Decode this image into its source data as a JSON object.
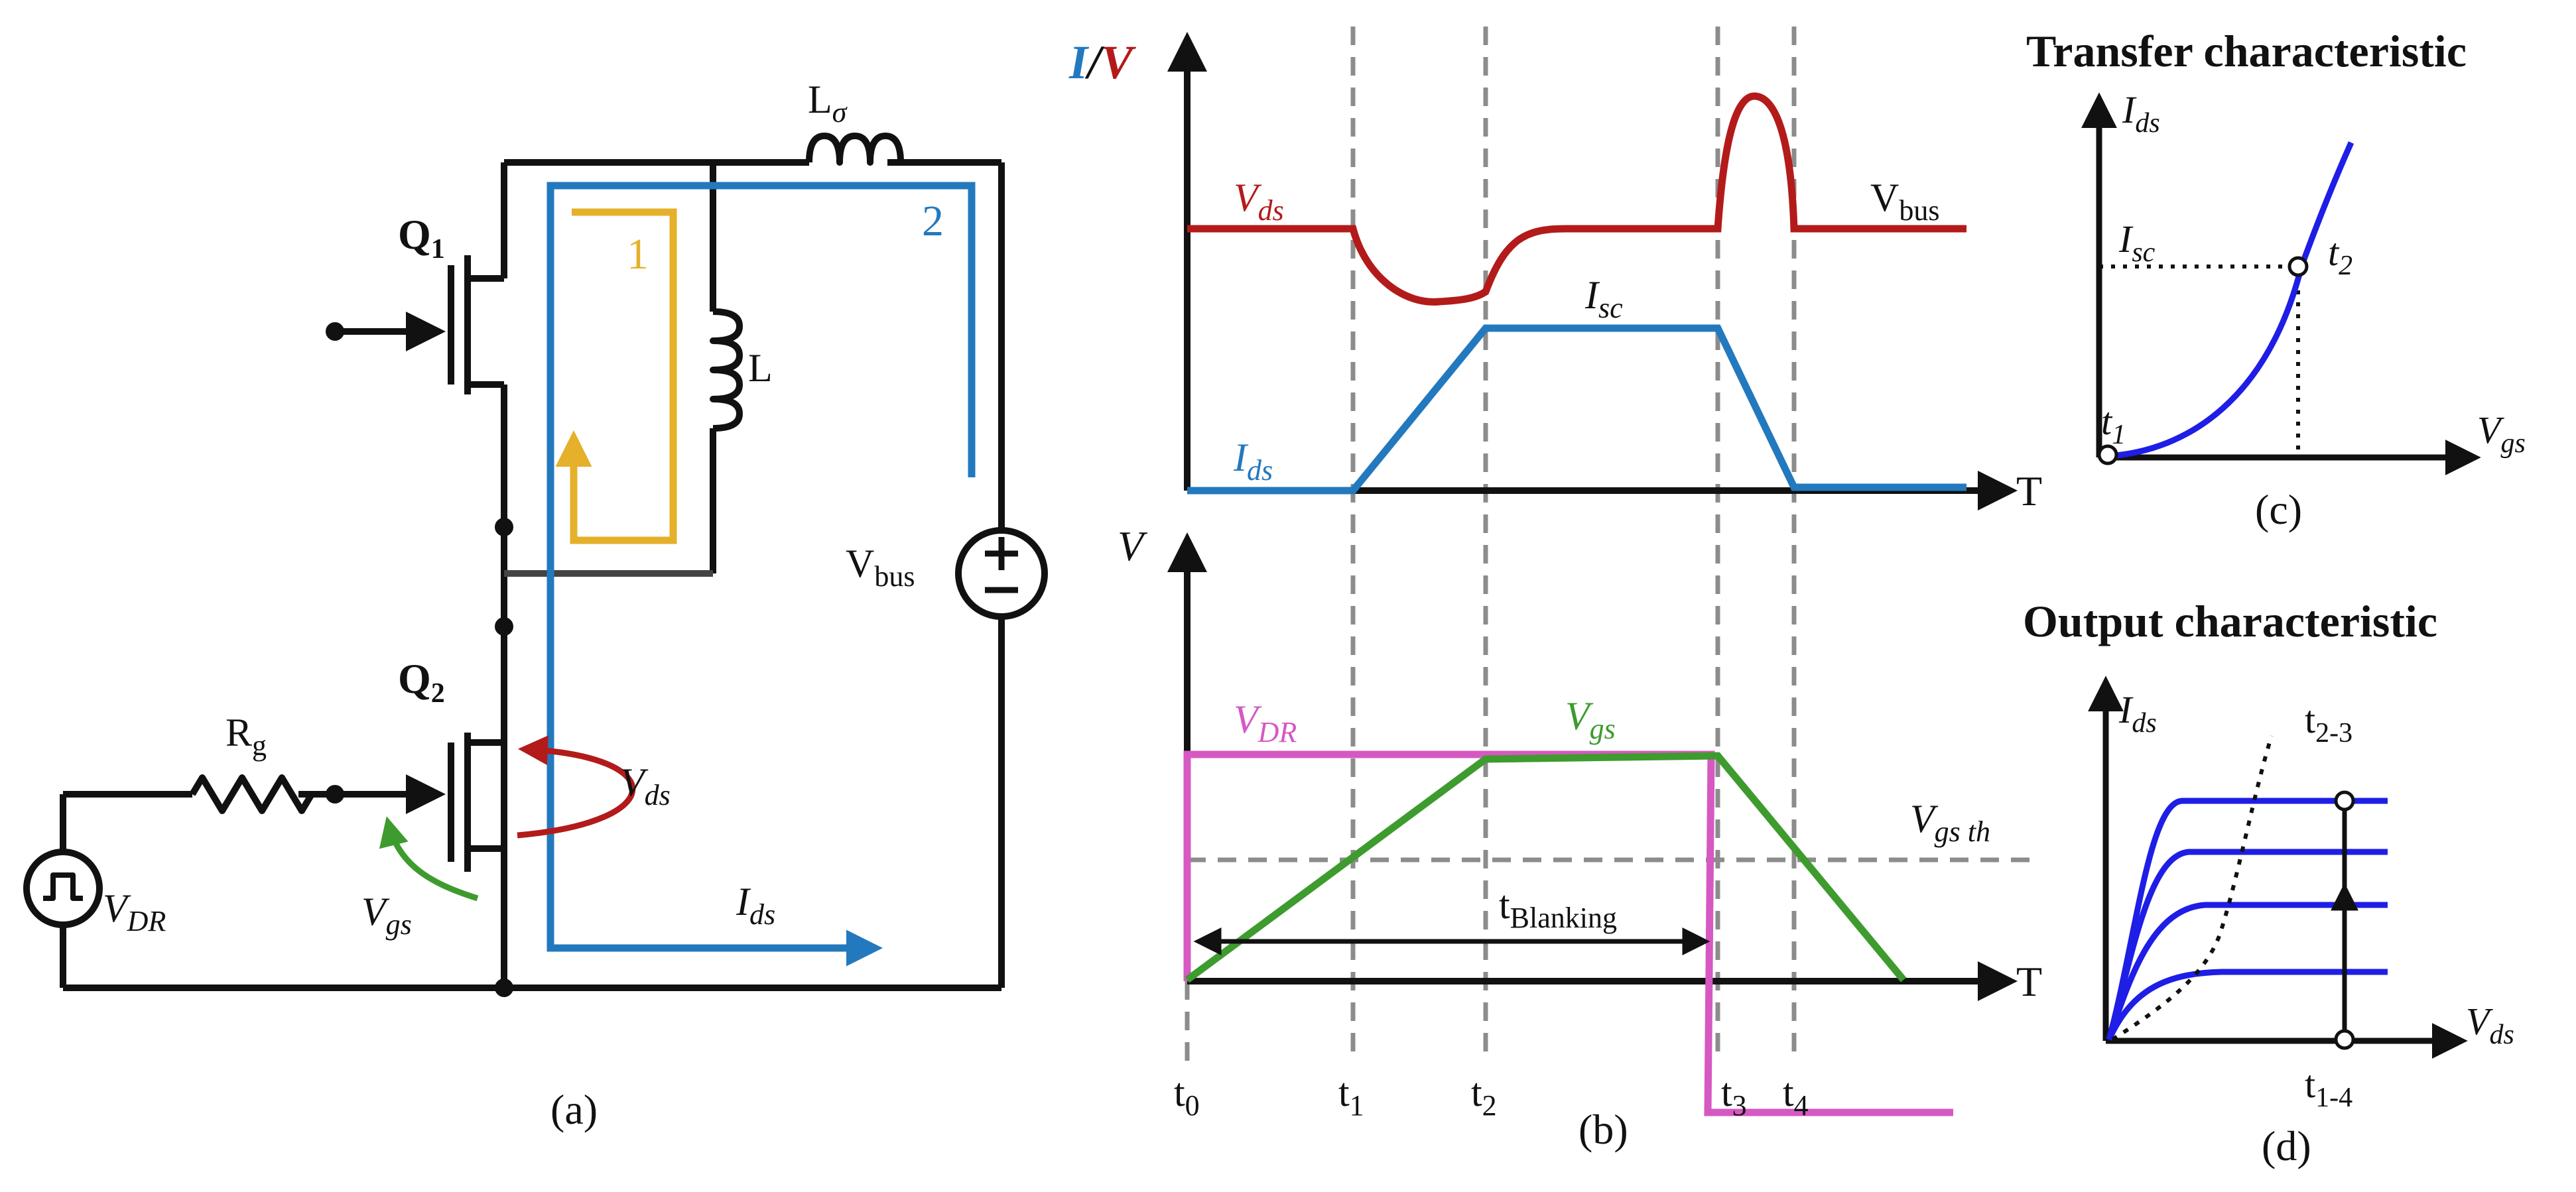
{
  "colors": {
    "wire": "#111111",
    "loop1": "#E5B02A",
    "loop2": "#2379BE",
    "vds": "#B31B1B",
    "vdr": "#D658C2",
    "vgs": "#3E9B2E",
    "curve": "#1E1EE6",
    "dash": "#8C8C8C"
  },
  "circuit": {
    "q1": "Q",
    "q1_sub": "1",
    "q2": "Q",
    "q2_sub": "2",
    "l_sigma": "L",
    "l_sigma_sub": "σ",
    "l": "L",
    "loop1": "1",
    "loop2": "2",
    "vbus": "V",
    "vbus_sub": "bus",
    "rg": "R",
    "rg_sub": "g",
    "vdr": "V",
    "vdr_sub": "DR",
    "vgs": "V",
    "vgs_sub": "gs",
    "vds": "V",
    "vds_sub": "ds",
    "ids": "I",
    "ids_sub": "ds",
    "caption": "(a)"
  },
  "waveforms": {
    "top_axis_i": "I",
    "top_axis_slash": "/",
    "top_axis_v": "V",
    "vds": "V",
    "vds_sub": "ds",
    "vbus": "V",
    "vbus_sub": "bus",
    "isc": "I",
    "isc_sub": "sc",
    "ids": "I",
    "ids_sub": "ds",
    "t_axis_top": "T",
    "bottom_axis_v": "V",
    "vdr": "V",
    "vdr_sub": "DR",
    "vgs": "V",
    "vgs_sub": "gs",
    "vgs_th": "V",
    "vgs_th_sub": "gs th",
    "t_blanking": "t",
    "t_blanking_sub": "Blanking",
    "t_axis_bottom": "T",
    "ticks": [
      {
        "t": "t",
        "s": "0"
      },
      {
        "t": "t",
        "s": "1"
      },
      {
        "t": "t",
        "s": "2"
      },
      {
        "t": "t",
        "s": "3"
      },
      {
        "t": "t",
        "s": "4"
      }
    ],
    "caption": "(b)"
  },
  "transfer": {
    "title": "Transfer characteristic",
    "ids": "I",
    "ids_sub": "ds",
    "isc": "I",
    "isc_sub": "sc",
    "vgs": "V",
    "vgs_sub": "gs",
    "t1": "t",
    "t1_sub": "1",
    "t2": "t",
    "t2_sub": "2",
    "caption": "(c)"
  },
  "output": {
    "title": "Output characteristic",
    "ids": "I",
    "ids_sub": "ds",
    "vds": "V",
    "vds_sub": "ds",
    "t23": "t",
    "t23_sub": "2-3",
    "t14": "t",
    "t14_sub": "1-4",
    "caption": "(d)"
  }
}
